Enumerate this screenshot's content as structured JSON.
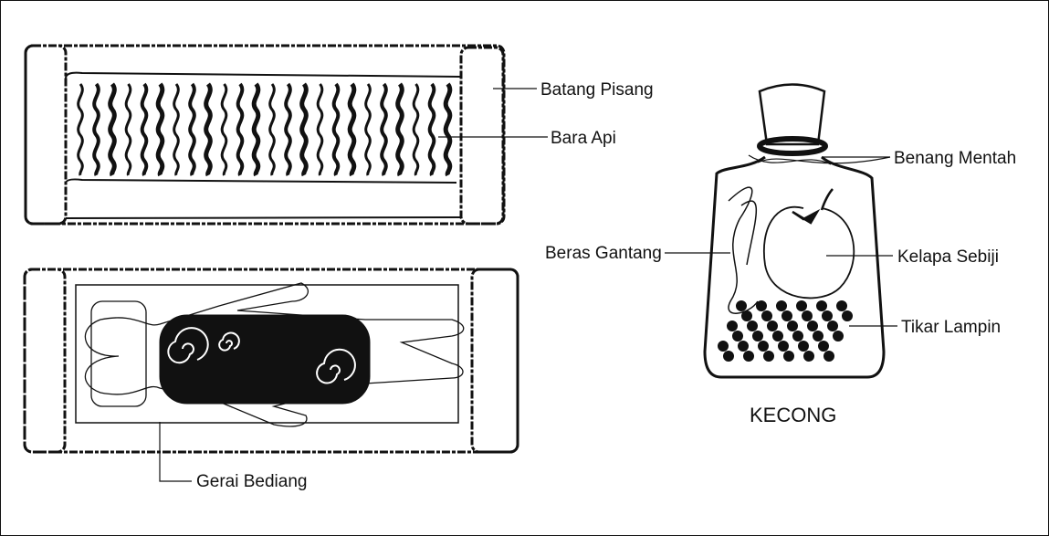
{
  "labels": {
    "batang_pisang": "Batang Pisang",
    "bara_api": "Bara Api",
    "gerai_bediang": "Gerai Bediang",
    "benang_mentah": "Benang Mentah",
    "beras_gantang": "Beras Gantang",
    "kelapa_sebiji": "Kelapa Sebiji",
    "tikar_lampin": "Tikar Lampin",
    "kecong": "KECONG"
  },
  "colors": {
    "ink": "#111111",
    "background": "#ffffff"
  }
}
